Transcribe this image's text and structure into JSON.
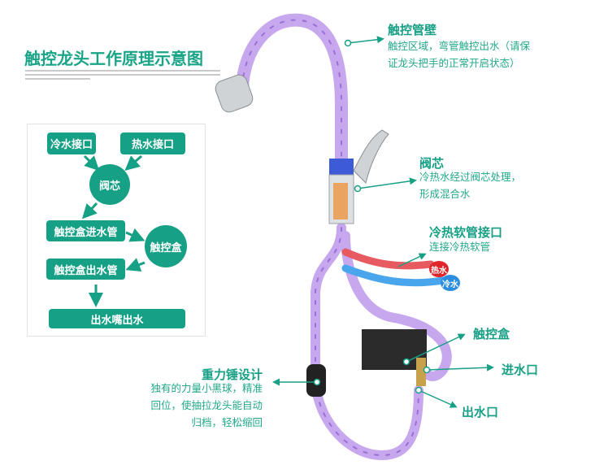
{
  "title": "触控龙头工作原理示意图",
  "flowchart": {
    "cold_inlet": "冷水接口",
    "hot_inlet": "热水接口",
    "valve_core": "阀芯",
    "box_inlet_pipe": "触控盒进水管",
    "touch_box": "触控盒",
    "box_outlet_pipe": "触控盒出水管",
    "spout_output": "出水嘴出水"
  },
  "callouts": {
    "touch_wall": {
      "title": "触控管壁",
      "lines": [
        "触控区域，弯管触控出水（请保",
        "证龙头把手的正常开启状态）"
      ]
    },
    "valve": {
      "title": "阀芯",
      "lines": [
        "冷热水经过阀芯处理，",
        "形成混合水"
      ]
    },
    "hose": {
      "title": "冷热软管接口",
      "lines": [
        "连接冷热软管"
      ]
    },
    "box": {
      "title": "触控盒"
    },
    "inlet": {
      "title": "进水口"
    },
    "outlet": {
      "title": "出水口"
    },
    "weight": {
      "title": "重力锤设计",
      "lines": [
        "独有的力量小黑球，精准",
        "回位，使抽拉龙头能自动",
        "归档，轻松缩回"
      ]
    }
  },
  "hose_tags": {
    "hot": "热水",
    "cold": "冷水"
  },
  "colors": {
    "accent": "#16a085",
    "hose": "#b58ae0",
    "hot": "#e0262b",
    "cold": "#2a8de0"
  }
}
